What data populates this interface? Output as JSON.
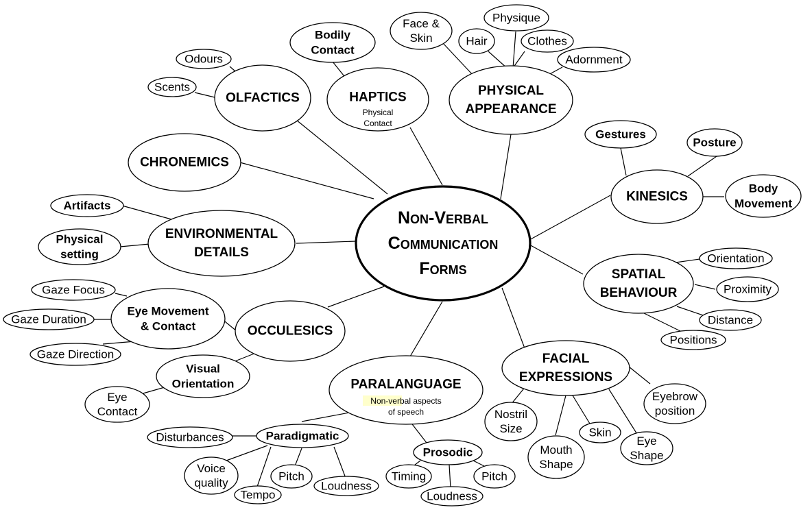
{
  "center": {
    "lines": [
      "Non-Verbal",
      "Communication",
      "Forms"
    ]
  },
  "nodes": {
    "olfactics": {
      "lines": [
        "OLFACTICS"
      ]
    },
    "odours": {
      "lines": [
        "Odours"
      ]
    },
    "scents": {
      "lines": [
        "Scents"
      ]
    },
    "haptics": {
      "lines": [
        "HAPTICS"
      ],
      "sub": [
        "Physical",
        "Contact"
      ]
    },
    "bodily_contact": {
      "lines": [
        "Bodily",
        "Contact"
      ]
    },
    "physical_appearance": {
      "lines": [
        "PHYSICAL",
        "APPEARANCE"
      ]
    },
    "face_skin": {
      "lines": [
        "Face &",
        "Skin"
      ]
    },
    "hair": {
      "lines": [
        "Hair"
      ]
    },
    "physique": {
      "lines": [
        "Physique"
      ]
    },
    "clothes": {
      "lines": [
        "Clothes"
      ]
    },
    "adornment": {
      "lines": [
        "Adornment"
      ]
    },
    "chronemics": {
      "lines": [
        "CHRONEMICS"
      ]
    },
    "kinesics": {
      "lines": [
        "KINESICS"
      ]
    },
    "gestures": {
      "lines": [
        "Gestures"
      ]
    },
    "posture": {
      "lines": [
        "Posture"
      ]
    },
    "body_movement": {
      "lines": [
        "Body",
        "Movement"
      ]
    },
    "environmental_details": {
      "lines": [
        "ENVIRONMENTAL",
        "DETAILS"
      ]
    },
    "artifacts": {
      "lines": [
        "Artifacts"
      ]
    },
    "physical_setting": {
      "lines": [
        "Physical",
        "setting"
      ]
    },
    "spatial_behaviour": {
      "lines": [
        "SPATIAL",
        "BEHAVIOUR"
      ]
    },
    "orientation": {
      "lines": [
        "Orientation"
      ]
    },
    "proximity": {
      "lines": [
        "Proximity"
      ]
    },
    "distance": {
      "lines": [
        "Distance"
      ]
    },
    "positions": {
      "lines": [
        "Positions"
      ]
    },
    "occulesics": {
      "lines": [
        "OCCULESICS"
      ]
    },
    "eye_movement_contact": {
      "lines": [
        "Eye Movement",
        "&  Contact"
      ]
    },
    "gaze_focus": {
      "lines": [
        "Gaze Focus"
      ]
    },
    "gaze_duration": {
      "lines": [
        "Gaze Duration"
      ]
    },
    "gaze_direction": {
      "lines": [
        "Gaze Direction"
      ]
    },
    "visual_orientation": {
      "lines": [
        "Visual",
        "Orientation"
      ]
    },
    "eye_contact": {
      "lines": [
        "Eye",
        "Contact"
      ]
    },
    "facial_expressions": {
      "lines": [
        "FACIAL",
        "EXPRESSIONS"
      ]
    },
    "nostril_size": {
      "lines": [
        "Nostril",
        "Size"
      ]
    },
    "mouth_shape": {
      "lines": [
        "Mouth",
        "Shape"
      ]
    },
    "skin": {
      "lines": [
        "Skin"
      ]
    },
    "eye_shape": {
      "lines": [
        "Eye",
        "Shape"
      ]
    },
    "eyebrow_position": {
      "lines": [
        "Eyebrow",
        "position"
      ]
    },
    "paralanguage": {
      "lines": [
        "PARALANGUAGE"
      ],
      "sub_highlight": "Non-verbal",
      "sub_rest": " aspects",
      "sub2": "of speech"
    },
    "paradigmatic": {
      "lines": [
        "Paradigmatic"
      ]
    },
    "disturbances": {
      "lines": [
        "Disturbances"
      ]
    },
    "voice_quality": {
      "lines": [
        "Voice",
        "quality"
      ]
    },
    "tempo": {
      "lines": [
        "Tempo"
      ]
    },
    "pitch_para": {
      "lines": [
        "Pitch"
      ]
    },
    "loudness_para": {
      "lines": [
        "Loudness"
      ]
    },
    "prosodic": {
      "lines": [
        "Prosodic"
      ]
    },
    "timing": {
      "lines": [
        "Timing"
      ]
    },
    "loudness_pros": {
      "lines": [
        "Loudness"
      ]
    },
    "pitch_pros": {
      "lines": [
        "Pitch"
      ]
    }
  }
}
